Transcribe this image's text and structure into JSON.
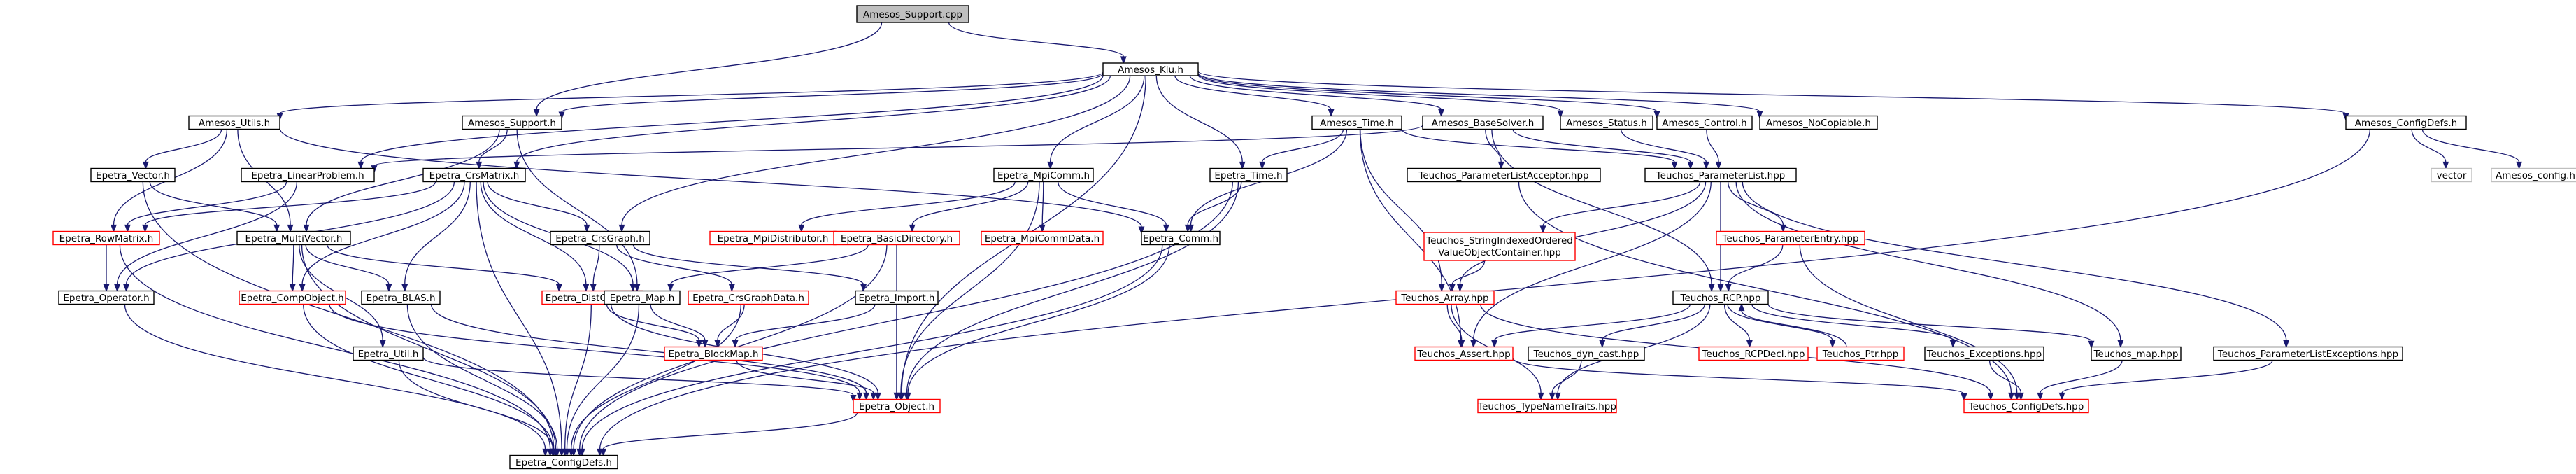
{
  "colors": {
    "node_border": "#000000",
    "missing_border": "#ff0000",
    "external_border": "#bfbfbf",
    "external_text": "#808080",
    "root_fill": "#bfbfbf",
    "node_fill": "#ffffff",
    "edge": "#191970",
    "edge_missing": "#ff0000"
  },
  "nodes": [
    {
      "id": "root",
      "label": "Amesos_Support.cpp",
      "style": "root"
    },
    {
      "id": "klu",
      "label": "Amesos_Klu.h",
      "style": "normal"
    },
    {
      "id": "utils",
      "label": "Amesos_Utils.h",
      "style": "normal"
    },
    {
      "id": "support",
      "label": "Amesos_Support.h",
      "style": "normal"
    },
    {
      "id": "time",
      "label": "Amesos_Time.h",
      "style": "normal"
    },
    {
      "id": "basesolver",
      "label": "Amesos_BaseSolver.h",
      "style": "normal"
    },
    {
      "id": "status",
      "label": "Amesos_Status.h",
      "style": "normal"
    },
    {
      "id": "control",
      "label": "Amesos_Control.h",
      "style": "normal"
    },
    {
      "id": "nocopiable",
      "label": "Amesos_NoCopiable.h",
      "style": "normal"
    },
    {
      "id": "aconfigdefs",
      "label": "Amesos_ConfigDefs.h",
      "style": "normal"
    },
    {
      "id": "vector",
      "label": "Epetra_Vector.h",
      "style": "normal"
    },
    {
      "id": "linearproblem",
      "label": "Epetra_LinearProblem.h",
      "style": "normal"
    },
    {
      "id": "crsmatrix",
      "label": "Epetra_CrsMatrix.h",
      "style": "normal"
    },
    {
      "id": "mpicomm",
      "label": "Epetra_MpiComm.h",
      "style": "normal"
    },
    {
      "id": "etime",
      "label": "Epetra_Time.h",
      "style": "normal"
    },
    {
      "id": "placcept",
      "label": "Teuchos_ParameterListAcceptor.hpp",
      "style": "normal"
    },
    {
      "id": "paramlist",
      "label": "Teuchos_ParameterList.hpp",
      "style": "normal"
    },
    {
      "id": "stdvector",
      "label": "vector",
      "style": "external"
    },
    {
      "id": "aconfig",
      "label": "Amesos_config.h",
      "style": "external"
    },
    {
      "id": "rowmatrix",
      "label": "Epetra_RowMatrix.h",
      "style": "missing"
    },
    {
      "id": "multivector",
      "label": "Epetra_MultiVector.h",
      "style": "normal"
    },
    {
      "id": "crsgraph",
      "label": "Epetra_CrsGraph.h",
      "style": "normal"
    },
    {
      "id": "mpidist",
      "label": "Epetra_MpiDistributor.h",
      "style": "missing"
    },
    {
      "id": "basicdir",
      "label": "Epetra_BasicDirectory.h",
      "style": "missing"
    },
    {
      "id": "mpicommdata",
      "label": "Epetra_MpiCommData.h",
      "style": "missing"
    },
    {
      "id": "comm",
      "label": "Epetra_Comm.h",
      "style": "normal"
    },
    {
      "id": "stringindexed",
      "label": "Teuchos_StringIndexedOrdered",
      "label2": "ValueObjectContainer.hpp",
      "style": "missing"
    },
    {
      "id": "paramentry",
      "label": "Teuchos_ParameterEntry.hpp",
      "style": "missing"
    },
    {
      "id": "operator",
      "label": "Epetra_Operator.h",
      "style": "normal"
    },
    {
      "id": "compobject",
      "label": "Epetra_CompObject.h",
      "style": "missing"
    },
    {
      "id": "blash",
      "label": "Epetra_BLAS.h",
      "style": "normal"
    },
    {
      "id": "distobject",
      "label": "Epetra_DistObject.h",
      "style": "missing"
    },
    {
      "id": "map",
      "label": "Epetra_Map.h",
      "style": "normal"
    },
    {
      "id": "crsgraphdata",
      "label": "Epetra_CrsGraphData.h",
      "style": "missing"
    },
    {
      "id": "import",
      "label": "Epetra_Import.h",
      "style": "normal"
    },
    {
      "id": "tarray",
      "label": "Teuchos_Array.hpp",
      "style": "missing"
    },
    {
      "id": "rcp",
      "label": "Teuchos_RCP.hpp",
      "style": "normal"
    },
    {
      "id": "util",
      "label": "Epetra_Util.h",
      "style": "normal"
    },
    {
      "id": "blockmap",
      "label": "Epetra_BlockMap.h",
      "style": "missing"
    },
    {
      "id": "tassert",
      "label": "Teuchos_Assert.hpp",
      "style": "missing"
    },
    {
      "id": "dyncast",
      "label": "Teuchos_dyn_cast.hpp",
      "style": "normal"
    },
    {
      "id": "rcpdecl",
      "label": "Teuchos_RCPDecl.hpp",
      "style": "missing"
    },
    {
      "id": "ptr",
      "label": "Teuchos_Ptr.hpp",
      "style": "missing"
    },
    {
      "id": "texceptions",
      "label": "Teuchos_Exceptions.hpp",
      "style": "normal"
    },
    {
      "id": "tmap",
      "label": "Teuchos_map.hpp",
      "style": "normal"
    },
    {
      "id": "plexceptions",
      "label": "Teuchos_ParameterListExceptions.hpp",
      "style": "normal"
    },
    {
      "id": "eobject",
      "label": "Epetra_Object.h",
      "style": "missing"
    },
    {
      "id": "typenametraits",
      "label": "Teuchos_TypeNameTraits.hpp",
      "style": "missing"
    },
    {
      "id": "tconfigdefs",
      "label": "Teuchos_ConfigDefs.hpp",
      "style": "missing"
    },
    {
      "id": "econfigdefs",
      "label": "Epetra_ConfigDefs.h",
      "style": "normal"
    }
  ],
  "edges": [
    [
      "root",
      "klu"
    ],
    [
      "root",
      "support"
    ],
    [
      "klu",
      "utils"
    ],
    [
      "klu",
      "support"
    ],
    [
      "klu",
      "time"
    ],
    [
      "klu",
      "basesolver"
    ],
    [
      "klu",
      "status"
    ],
    [
      "klu",
      "control"
    ],
    [
      "klu",
      "nocopiable"
    ],
    [
      "klu",
      "aconfigdefs"
    ],
    [
      "klu",
      "linearproblem"
    ],
    [
      "klu",
      "crsmatrix"
    ],
    [
      "klu",
      "crsgraph"
    ],
    [
      "klu",
      "mpicomm"
    ],
    [
      "klu",
      "etime"
    ],
    [
      "klu",
      "eobject"
    ],
    [
      "utils",
      "vector"
    ],
    [
      "utils",
      "multivector"
    ],
    [
      "utils",
      "rowmatrix"
    ],
    [
      "utils",
      "comm"
    ],
    [
      "support",
      "crsmatrix"
    ],
    [
      "support",
      "multivector"
    ],
    [
      "support",
      "map"
    ],
    [
      "time",
      "paramlist"
    ],
    [
      "time",
      "etime"
    ],
    [
      "time",
      "comm"
    ],
    [
      "time",
      "tarray"
    ],
    [
      "time",
      "tassert"
    ],
    [
      "basesolver",
      "linearproblem"
    ],
    [
      "basesolver",
      "placcept"
    ],
    [
      "basesolver",
      "paramlist"
    ],
    [
      "basesolver",
      "rcp"
    ],
    [
      "status",
      "paramlist"
    ],
    [
      "control",
      "paramlist"
    ],
    [
      "aconfigdefs",
      "stdvector"
    ],
    [
      "aconfigdefs",
      "aconfig"
    ],
    [
      "aconfigdefs",
      "econfigdefs"
    ],
    [
      "vector",
      "multivector"
    ],
    [
      "vector",
      "econfigdefs"
    ],
    [
      "linearproblem",
      "rowmatrix"
    ],
    [
      "linearproblem",
      "operator"
    ],
    [
      "crsmatrix",
      "rowmatrix"
    ],
    [
      "crsmatrix",
      "crsgraph"
    ],
    [
      "crsmatrix",
      "compobject"
    ],
    [
      "crsmatrix",
      "blash"
    ],
    [
      "crsmatrix",
      "distobject"
    ],
    [
      "crsmatrix",
      "map"
    ],
    [
      "crsmatrix",
      "operator"
    ],
    [
      "crsmatrix",
      "econfigdefs"
    ],
    [
      "mpicomm",
      "mpidist"
    ],
    [
      "mpicomm",
      "basicdir"
    ],
    [
      "mpicomm",
      "mpicommdata"
    ],
    [
      "mpicomm",
      "comm"
    ],
    [
      "mpicomm",
      "eobject"
    ],
    [
      "etime",
      "comm"
    ],
    [
      "etime",
      "eobject"
    ],
    [
      "etime",
      "econfigdefs"
    ],
    [
      "placcept",
      "tconfigdefs"
    ],
    [
      "paramlist",
      "stringindexed"
    ],
    [
      "paramlist",
      "paramentry"
    ],
    [
      "paramlist",
      "tarray"
    ],
    [
      "paramlist",
      "rcp"
    ],
    [
      "paramlist",
      "tassert"
    ],
    [
      "paramlist",
      "tmap"
    ],
    [
      "paramlist",
      "plexceptions"
    ],
    [
      "rowmatrix",
      "operator"
    ],
    [
      "rowmatrix",
      "econfigdefs"
    ],
    [
      "multivector",
      "compobject"
    ],
    [
      "multivector",
      "blash"
    ],
    [
      "multivector",
      "distobject"
    ],
    [
      "multivector",
      "util"
    ],
    [
      "multivector",
      "econfigdefs"
    ],
    [
      "crsgraph",
      "distobject"
    ],
    [
      "crsgraph",
      "crsgraphdata"
    ],
    [
      "crsgraph",
      "import"
    ],
    [
      "basicdir",
      "map"
    ],
    [
      "basicdir",
      "eobject"
    ],
    [
      "basicdir",
      "econfigdefs"
    ],
    [
      "comm",
      "eobject"
    ],
    [
      "comm",
      "econfigdefs"
    ],
    [
      "stringindexed",
      "tarray"
    ],
    [
      "paramentry",
      "rcp"
    ],
    [
      "paramentry",
      "tconfigdefs"
    ],
    [
      "operator",
      "econfigdefs"
    ],
    [
      "compobject",
      "eobject"
    ],
    [
      "compobject",
      "econfigdefs"
    ],
    [
      "blash",
      "eobject"
    ],
    [
      "blash",
      "econfigdefs"
    ],
    [
      "distobject",
      "blockmap"
    ],
    [
      "distobject",
      "eobject"
    ],
    [
      "distobject",
      "econfigdefs"
    ],
    [
      "map",
      "blockmap"
    ],
    [
      "map",
      "econfigdefs"
    ],
    [
      "crsgraphdata",
      "blockmap"
    ],
    [
      "crsgraphdata",
      "econfigdefs"
    ],
    [
      "import",
      "eobject"
    ],
    [
      "import",
      "blockmap"
    ],
    [
      "tarray",
      "tassert"
    ],
    [
      "tarray",
      "typenametraits"
    ],
    [
      "tarray",
      "tconfigdefs"
    ],
    [
      "rcp",
      "tassert"
    ],
    [
      "rcp",
      "dyncast"
    ],
    [
      "rcp",
      "rcpdecl"
    ],
    [
      "rcp",
      "ptr"
    ],
    [
      "rcp",
      "texceptions"
    ],
    [
      "rcp",
      "tmap"
    ],
    [
      "rcp",
      "typenametraits"
    ],
    [
      "ptr",
      "rcp"
    ],
    [
      "util",
      "eobject"
    ],
    [
      "util",
      "econfigdefs"
    ],
    [
      "blockmap",
      "eobject"
    ],
    [
      "dyncast",
      "typenametraits"
    ],
    [
      "texceptions",
      "tconfigdefs"
    ],
    [
      "tmap",
      "tconfigdefs"
    ],
    [
      "plexceptions",
      "tconfigdefs"
    ],
    [
      "eobject",
      "econfigdefs"
    ],
    [
      "tassert",
      "tconfigdefs"
    ]
  ]
}
